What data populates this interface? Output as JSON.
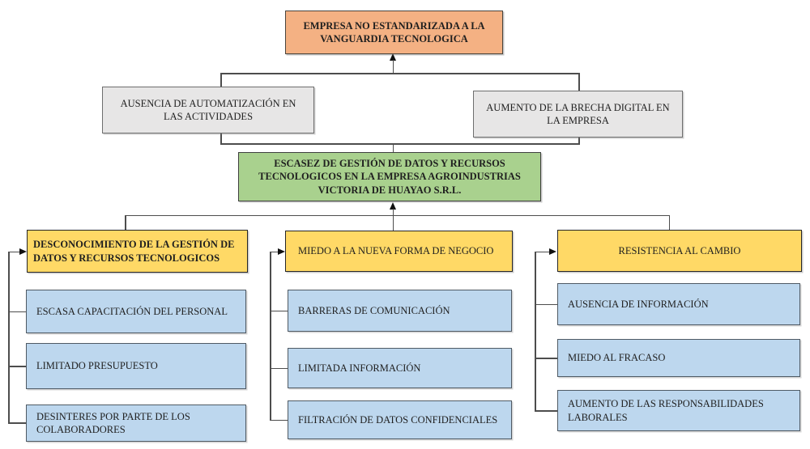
{
  "diagram": {
    "effect": {
      "label": "EMPRESA NO ESTANDARIZADA A LA\nVANGUARDIA TECNOLOGICA"
    },
    "secondary_effects": [
      {
        "label": "AUSENCIA DE AUTOMATIZACIÓN EN\nLAS ACTIVIDADES"
      },
      {
        "label": "AUMENTO DE LA BRECHA DIGITAL EN\nLA EMPRESA"
      }
    ],
    "central_problem": {
      "label": "ESCASEZ DE GESTIÓN DE DATOS Y RECURSOS\nTECNOLOGICOS EN LA EMPRESA AGROINDUSTRIAS\nVICTORIA DE HUAYAO S.R.L."
    },
    "cause_groups": [
      {
        "header": "DESCONOCIMIENTO DE LA GESTIÓN DE\nDATOS Y RECURSOS TECNOLOGICOS",
        "causes": [
          "ESCASA CAPACITACIÓN DEL PERSONAL",
          "LIMITADO PRESUPUESTO",
          "DESINTERES POR PARTE DE LOS\nCOLABORADORES"
        ]
      },
      {
        "header": "MIEDO A LA NUEVA FORMA DE NEGOCIO",
        "causes": [
          "BARRERAS DE COMUNICACIÓN",
          "LIMITADA INFORMACIÓN",
          "FILTRACIÓN DE DATOS CONFIDENCIALES"
        ]
      },
      {
        "header": "RESISTENCIA AL CAMBIO",
        "causes": [
          "AUSENCIA DE INFORMACIÓN",
          "MIEDO AL FRACASO",
          "AUMENTO DE LAS RESPONSABILIDADES\nLABORALES"
        ]
      }
    ],
    "colors": {
      "effect_fill": "#F4B183",
      "secondary_effect_fill": "#E7E6E6",
      "central_problem_fill": "#A9D18E",
      "group_header_fill": "#FFD966",
      "cause_fill": "#BDD7EE",
      "connector_line": "#4D4D4D",
      "arrowhead": "#101010",
      "background": "#FFFFFF"
    }
  }
}
